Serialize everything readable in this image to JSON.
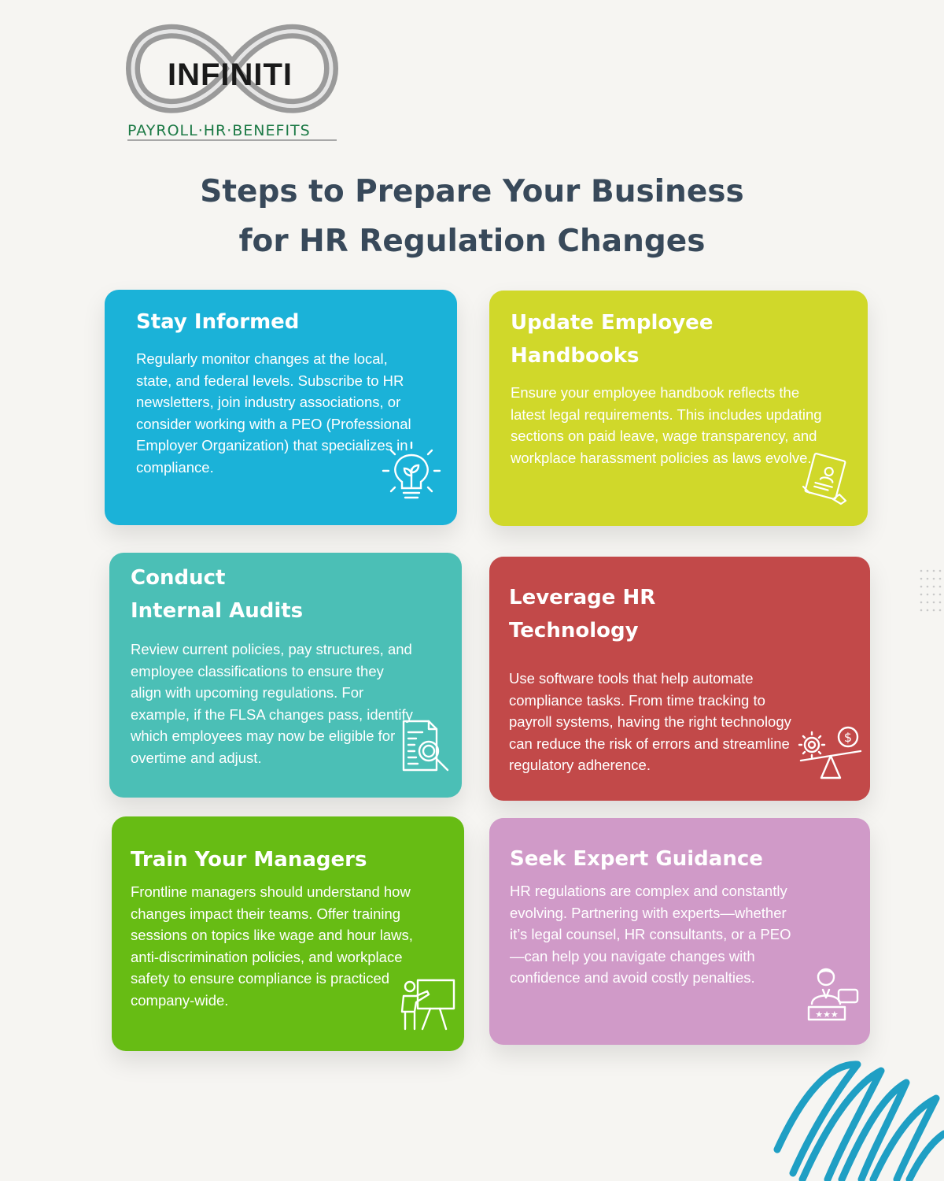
{
  "brand": {
    "name": "INFINITI",
    "tagline": "PAYROLL·HR·BENEFITS",
    "colors": {
      "logo_gray": "#9a9a9a",
      "logo_green": "#1d7a46"
    }
  },
  "title": {
    "line1": "Steps to Prepare Your Business",
    "line2": "for HR Regulation Changes"
  },
  "cards": [
    {
      "heading": "Stay Informed",
      "body": "Regularly monitor changes at the local, state, and federal levels. Subscribe to HR newsletters, join industry associations, or consider working with a PEO (Professional Employer Organization) that specializes in compliance.",
      "icon": "lightbulb-icon",
      "color": "#1bb2d8"
    },
    {
      "heading": "Update Employee Handbooks",
      "body": "Ensure your employee handbook reflects the latest legal requirements. This includes updating sections on paid leave, wage transparency, and workplace harassment policies as laws evolve.",
      "icon": "handbook-icon",
      "color": "#d0d82a"
    },
    {
      "heading_line1": "Conduct",
      "heading_line2": "Internal Audits",
      "body": "Review current policies, pay structures, and employee classifications to ensure they align with upcoming regulations. For example, if the FLSA changes pass, identify which employees may now be eligible for overtime and adjust.",
      "icon": "document-search-icon",
      "color": "#4bbfb6"
    },
    {
      "heading_line1": "Leverage HR",
      "heading_line2": "Technology",
      "body": "Use software tools that help automate compliance tasks. From time tracking to payroll systems, having the right technology can reduce the risk of errors and streamline regulatory adherence.",
      "icon": "gear-dollar-balance-icon",
      "color": "#c24949"
    },
    {
      "heading": "Train Your Managers",
      "body": "Frontline managers should understand how changes impact their teams. Offer training sessions on topics like wage and hour laws, anti-discrimination policies, and workplace safety to ensure compliance is practiced company-wide.",
      "icon": "presenter-icon",
      "color": "#67bc14"
    },
    {
      "heading": "Seek Expert Guidance",
      "body": "HR regulations are complex and constantly evolving. Partnering with experts—whether it’s legal counsel, HR consultants, or a PEO—can help you navigate changes with confidence and avoid costly penalties.",
      "icon": "expert-rating-icon",
      "color": "#d09ac8"
    }
  ]
}
